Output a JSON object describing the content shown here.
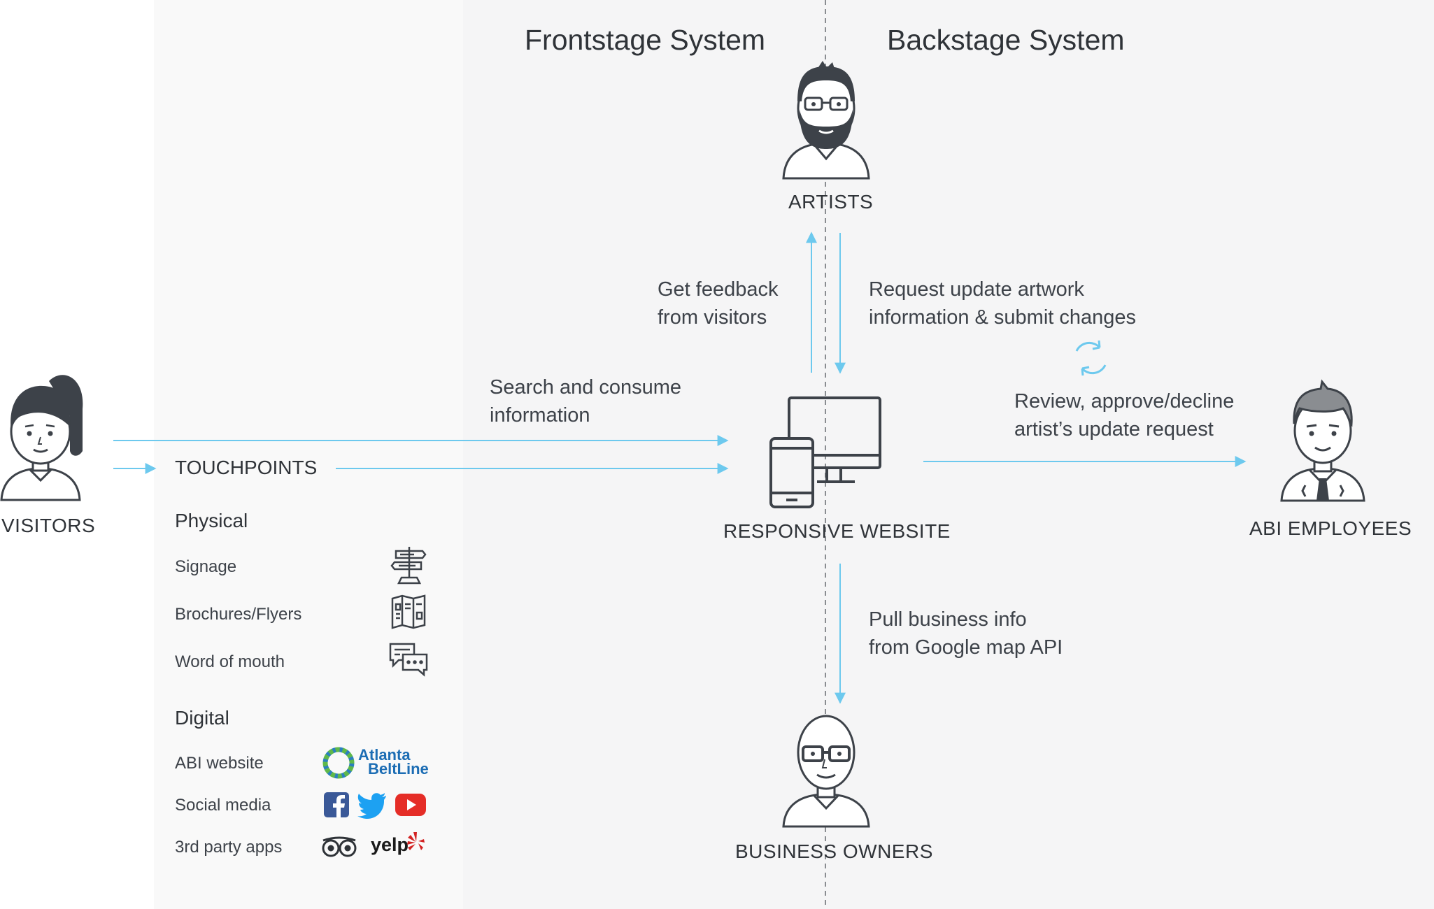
{
  "headers": {
    "frontstage": "Frontstage System",
    "backstage": "Backstage System"
  },
  "actors": {
    "artists": "ARTISTS",
    "visitors": "VISITORS",
    "website": "RESPONSIVE WEBSITE",
    "employees": "ABI EMPLOYEES",
    "business_owners": "BUSINESS OWNERS"
  },
  "flows": {
    "get_feedback": [
      "Get feedback",
      "from visitors"
    ],
    "request_update": [
      "Request update artwork",
      "information & submit changes"
    ],
    "search_consume": [
      "Search and consume",
      "information"
    ],
    "review_approve": [
      "Review, approve/decline",
      "artist’s update request"
    ],
    "pull_business": [
      "Pull business info",
      "from Google map API"
    ]
  },
  "touchpoints": {
    "title": "TOUCHPOINTS",
    "physical": {
      "label": "Physical",
      "items": [
        "Signage",
        "Brochures/Flyers",
        "Word of mouth"
      ]
    },
    "digital": {
      "label": "Digital",
      "items": [
        "ABI website",
        "Social media",
        "3rd party apps"
      ]
    }
  },
  "logos": {
    "beltline_line1": "Atlanta",
    "beltline_line2": "BeltLine",
    "yelp": "yelp"
  },
  "colors": {
    "arrow": "#6dc9ee",
    "icon_stroke": "#3d4249",
    "facebook": "#3b5998",
    "twitter": "#1da1f2",
    "youtube": "#e52d27",
    "yelp": "#d32323"
  }
}
